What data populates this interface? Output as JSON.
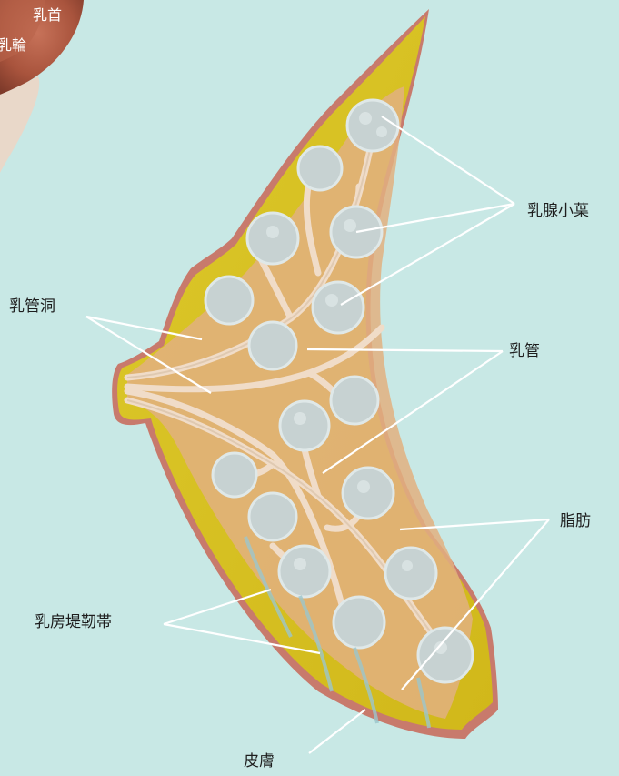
{
  "diagram": {
    "labels": {
      "nipple": "乳首",
      "areola": "乳輪",
      "lobules": "乳腺小葉",
      "lactiferous_sinus": "乳管洞",
      "ducts": "乳管",
      "fat": "脂肪",
      "suspensory_ligament": "乳房堤靭帯",
      "skin": "皮膚"
    },
    "colors": {
      "background": "#c8e8e5",
      "fat_tissue": "#d9c41f",
      "duct_zone": "#e2b080",
      "lobule": "#c7d2d2",
      "skin_edge": "#c87a6c",
      "nipple": "#a9543d",
      "leader_line": "#ffffff"
    }
  }
}
